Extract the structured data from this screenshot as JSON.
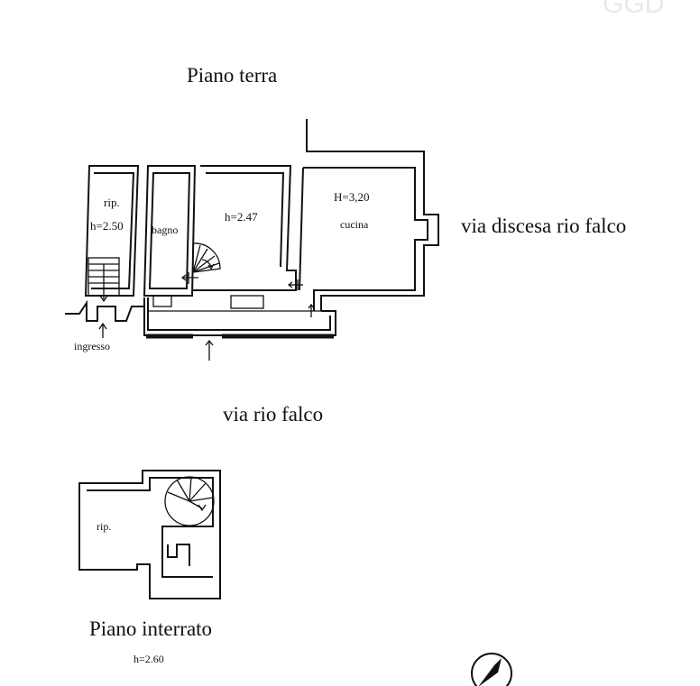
{
  "watermark": "GGD",
  "ground_floor": {
    "title": "Piano terra",
    "rooms": {
      "storage": {
        "name": "rip.",
        "height": "h=2.50"
      },
      "bathroom": {
        "name": "bagno"
      },
      "stair_room": {
        "height": "h=2.47"
      },
      "kitchen": {
        "name": "cucina",
        "height": "H=3,20"
      }
    },
    "entrance": "ingresso",
    "street_side": "via discesa rio falco",
    "street_front": "via rio falco"
  },
  "basement": {
    "title": "Piano interrato",
    "height": "h=2.60",
    "rooms": {
      "storage": {
        "name": "rip."
      }
    }
  },
  "compass": {
    "icon": "compass-icon"
  }
}
